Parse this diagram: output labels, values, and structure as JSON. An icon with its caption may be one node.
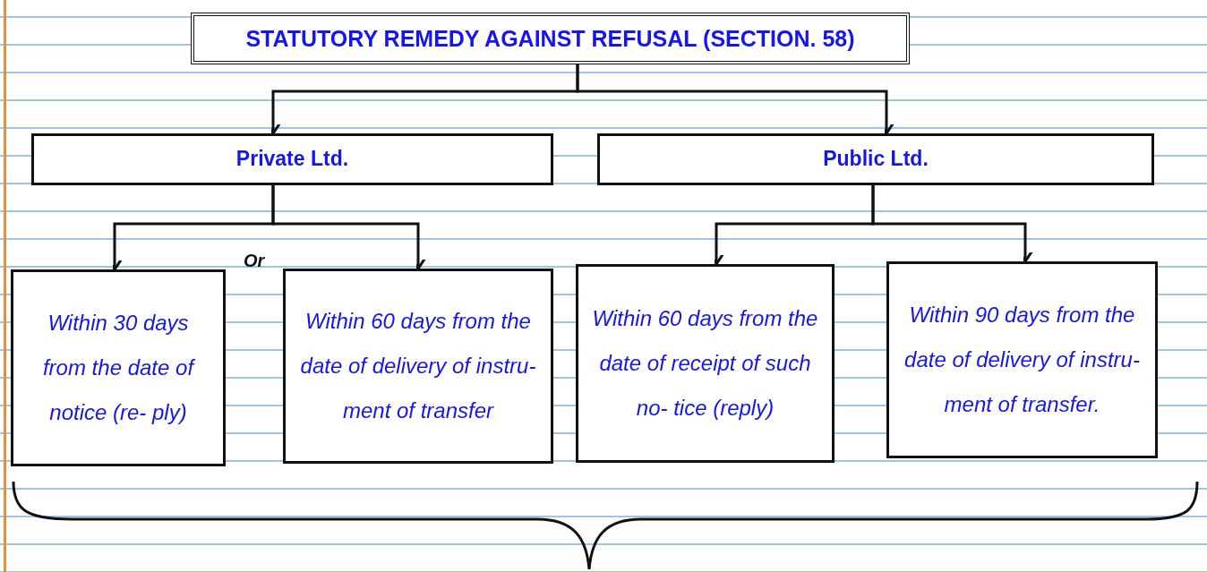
{
  "diagram": {
    "nodes": [
      {
        "text": [
          "STATUTORY REMEDY AGAINST REFUSAL (SECTION. 58)"
        ]
      },
      {
        "text": [
          "Private Ltd."
        ]
      },
      {
        "text": [
          "Public Ltd."
        ]
      },
      {
        "text": [
          "Within 30 days from the date of notice (re- ply)"
        ]
      },
      {
        "text": [
          "Within 60 days from the date of delivery of instru- ment of transfer"
        ]
      },
      {
        "text": [
          "Within 60 days from the date of receipt of such no- tice (reply)"
        ]
      },
      {
        "text": [
          "Within 90 days from the date of delivery of instru- ment of transfer."
        ]
      }
    ],
    "edges": [
      {
        "from": 0,
        "to": 1,
        "arrow": "to"
      },
      {
        "from": 0,
        "to": 2,
        "arrow": "to"
      },
      {
        "from": 1,
        "to": 3,
        "arrow": "to"
      },
      {
        "from": 1,
        "to": 4,
        "arrow": "to"
      },
      {
        "from": 2,
        "to": 5,
        "arrow": "to"
      },
      {
        "from": 2,
        "to": 6,
        "arrow": "to"
      }
    ],
    "labels": [
      "Or"
    ]
  }
}
